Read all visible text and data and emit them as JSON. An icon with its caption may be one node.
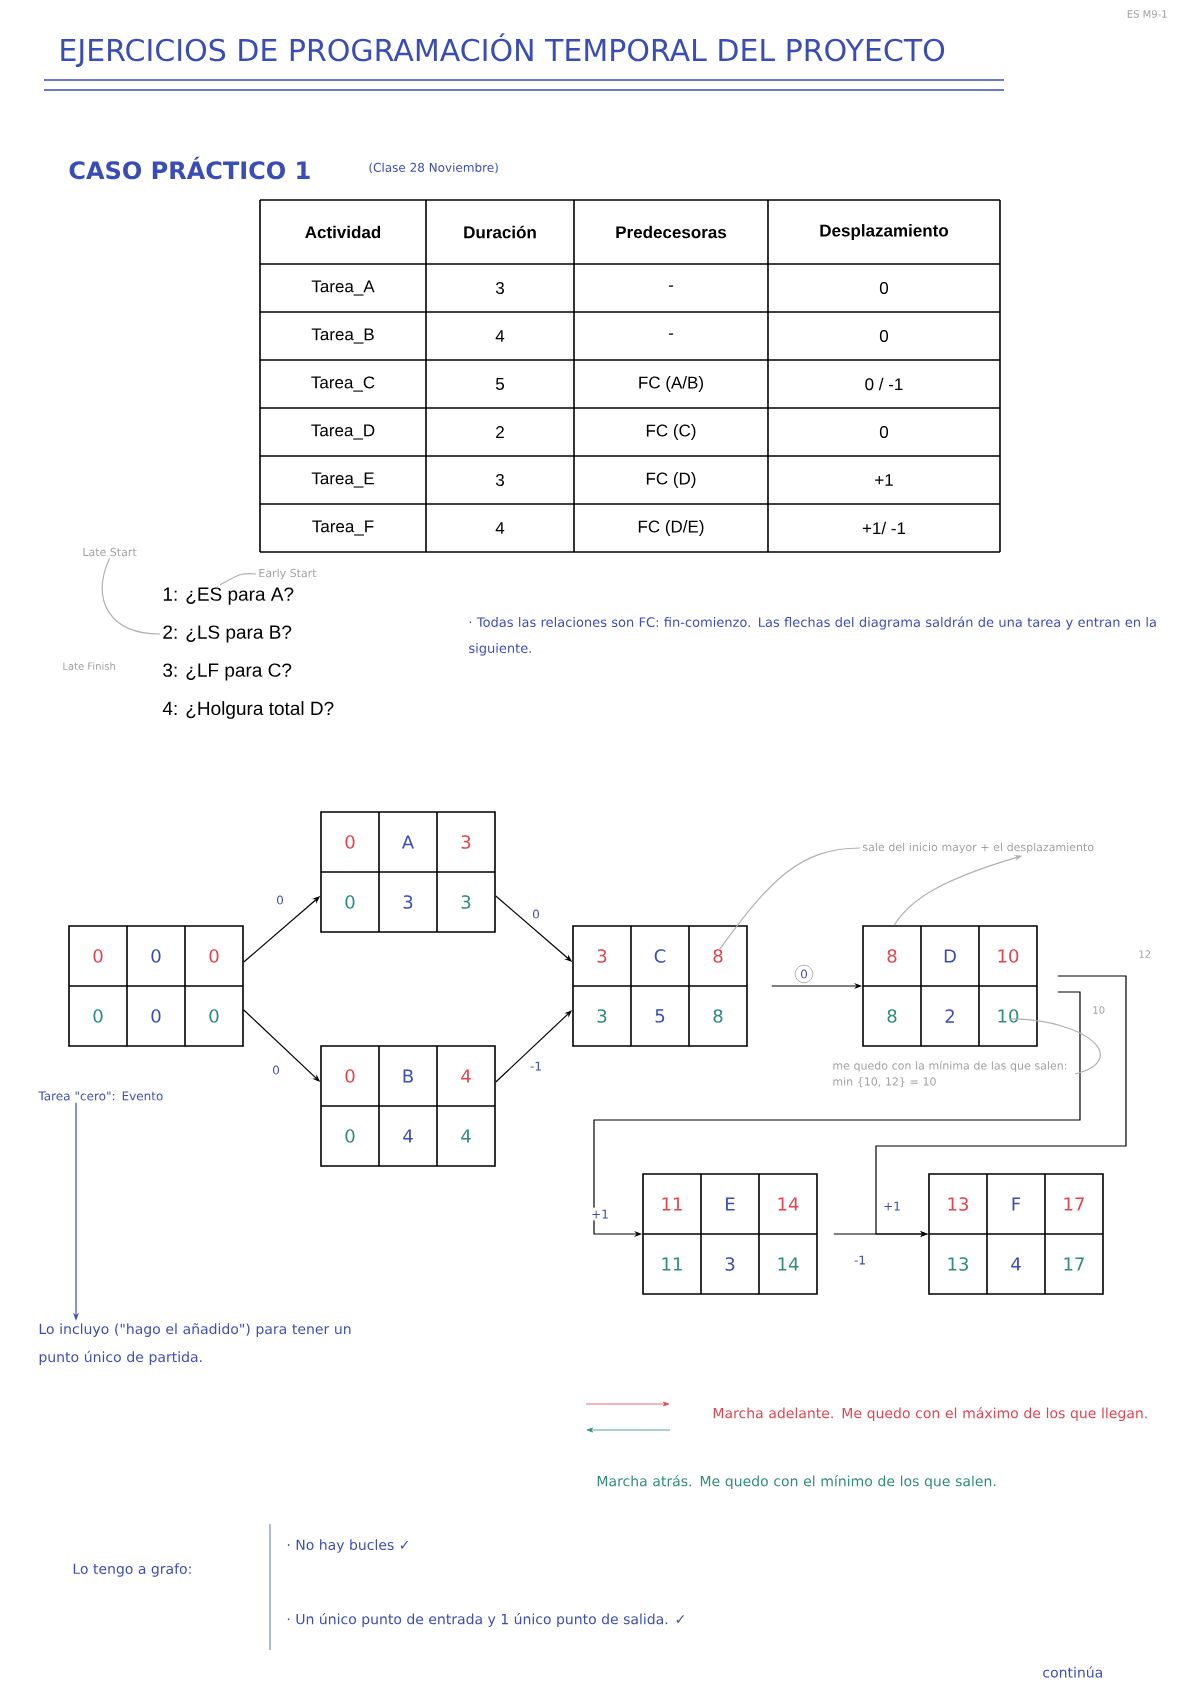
{
  "diagram": {
    "title": "EJERCICIOS DE PROGRAMACIÓN TEMPORAL DEL PROYECTO",
    "nodes": [
      {
        "text": [
          "0",
          "0",
          "0",
          "0",
          "0",
          "0"
        ]
      },
      {
        "text": [
          "0",
          "A",
          "3",
          "0",
          "3",
          "3"
        ]
      },
      {
        "text": [
          "0",
          "B",
          "4",
          "0",
          "4",
          "4"
        ]
      },
      {
        "text": [
          "3",
          "C",
          "8",
          "3",
          "5",
          "8"
        ]
      },
      {
        "text": [
          "8",
          "D",
          "10",
          "8",
          "2",
          "10"
        ]
      },
      {
        "text": [
          "11",
          "E",
          "14",
          "11",
          "3",
          "14"
        ]
      },
      {
        "text": [
          "13",
          "F",
          "17",
          "13",
          "4",
          "17"
        ]
      },
      {
        "text": [
          "sale del inicio mayor + el desplazamiento"
        ]
      },
      {
        "text": [
          "me quedo con la mínima de las que salen: min {10, 12} = 10"
        ]
      },
      {
        "text": [
          "Tarea \"cero\": Evento"
        ]
      },
      {
        "text": [
          "Lo incluyo (\"hago el añadido\") para tener un punto único de partida."
        ]
      },
      {
        "text": [
          "Early Start"
        ]
      },
      {
        "text": [
          "Late Start"
        ]
      },
      {
        "text": [
          "1: ¿ES para A?"
        ]
      },
      {
        "text": [
          "2: ¿LS para B?"
        ]
      }
    ],
    "edges": [
      {
        "from": 0,
        "to": 1,
        "arrow": "to",
        "label": "0"
      },
      {
        "from": 0,
        "to": 2,
        "arrow": "to",
        "label": "0"
      },
      {
        "from": 1,
        "to": 3,
        "arrow": "to",
        "label": "0"
      },
      {
        "from": 2,
        "to": 3,
        "arrow": "to",
        "label": "-1"
      },
      {
        "from": 3,
        "to": 4,
        "arrow": "to",
        "label": "0"
      },
      {
        "from": 4,
        "to": 5,
        "arrow": "to",
        "label": "+1"
      },
      {
        "from": 4,
        "to": 6,
        "arrow": "to",
        "label": "+1"
      },
      {
        "from": 5,
        "to": 6,
        "arrow": "to",
        "label": "-1"
      },
      {
        "from": 9,
        "to": 10,
        "arrow": "to",
        "color": "#3a4db5"
      },
      {
        "from": 3,
        "to": 7,
        "arrow": "none",
        "color": "#b0b0b0"
      },
      {
        "from": 4,
        "to": 7,
        "arrow": "to",
        "color": "#b0b0b0"
      },
      {
        "from": 8,
        "to": 4,
        "arrow": "none",
        "color": "#b0b0b0"
      },
      {
        "from": 11,
        "to": 13,
        "arrow": "none",
        "color": "#b0b0b0"
      },
      {
        "from": 12,
        "to": 14,
        "arrow": "none",
        "color": "#b0b0b0"
      }
    ],
    "labels": [
      "ES M9-1",
      "CASO PRÁCTICO 1",
      "(Clase 28 Noviembre)",
      "Actividad",
      "Duración",
      "Predecesoras",
      "Desplazamiento",
      "Tarea_A",
      "3",
      "-",
      "0",
      "Tarea_B",
      "4",
      "-",
      "0",
      "Tarea_C",
      "5",
      "FC (A/B)",
      "0 / -1",
      "Tarea_D",
      "2",
      "FC (C)",
      "0",
      "Tarea_E",
      "3",
      "FC (D)",
      "+1",
      "Tarea_F",
      "4",
      "FC (D/E)",
      "+1/ -1",
      "Late Finish",
      "3: ¿LF para C?",
      "4: ¿Holgura total D?",
      "· Todas las relaciones son FC: fin-comienzo. Las flechas del diagrama saldrán de una tarea y entran en la siguiente.",
      "12",
      "10",
      "Lo tengo a grafo:",
      "· No hay bucles ✓",
      "· Un único punto de entrada y 1 único punto de salida. ✓",
      "continúa"
    ],
    "legend": [
      {
        "text": "Marcha adelante. Me quedo con el máximo de los que llegan."
      },
      {
        "text": "Marcha atrás. Me quedo con el mínimo de los que salen."
      }
    ]
  }
}
